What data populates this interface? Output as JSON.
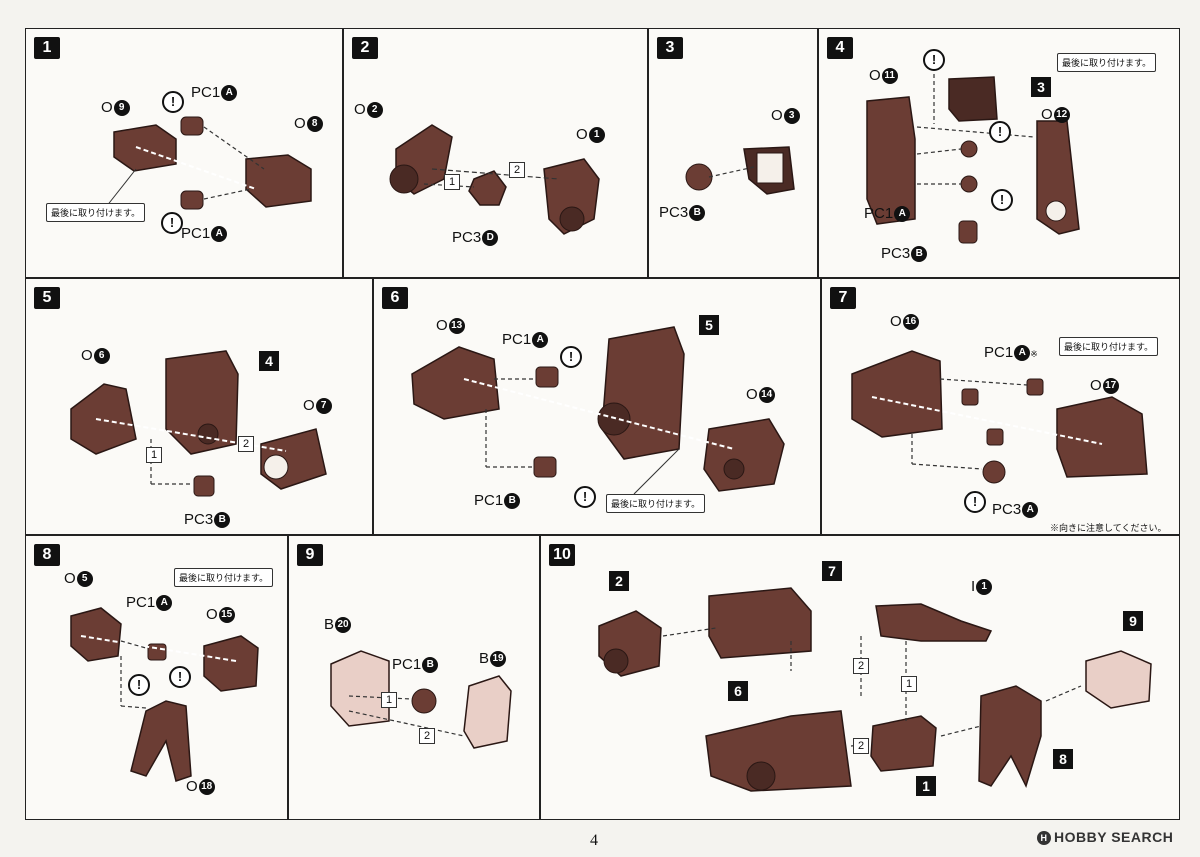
{
  "colors": {
    "part_brown": "#6b3d34",
    "part_dark": "#4a2a24",
    "part_pale": "#e9cfc7"
  },
  "note_last": "最後に取り付けます。",
  "note_direction": "※向きに注意してください。",
  "page_number": "4",
  "brand": {
    "text": "HOBBY SEARCH",
    "logo_icon": "hobby-search-logo"
  },
  "steps": {
    "s1": {
      "n": "1",
      "o9": "O",
      "o9n": "9",
      "o8": "O",
      "o8n": "8",
      "pc1a_top": "PC1",
      "pc1a_bot": "PC1",
      "a": "A"
    },
    "s2": {
      "n": "2",
      "o2": "O",
      "o2n": "2",
      "o1": "O",
      "o1n": "1",
      "pc3d": "PC3",
      "d": "D",
      "seq1": "1",
      "seq2": "2"
    },
    "s3": {
      "n": "3",
      "o3": "O",
      "o3n": "3",
      "pc3b": "PC3",
      "b": "B"
    },
    "s4": {
      "n": "4",
      "o11": "O",
      "o11n": "11",
      "o12": "O",
      "o12n": "12",
      "ref3": "3",
      "pc1a": "PC1",
      "a": "A",
      "pc3b": "PC3",
      "b": "B"
    },
    "s5": {
      "n": "5",
      "o6": "O",
      "o6n": "6",
      "o7": "O",
      "o7n": "7",
      "ref4": "4",
      "pc3b": "PC3",
      "b": "B",
      "seq1": "1",
      "seq2": "2"
    },
    "s6": {
      "n": "6",
      "o13": "O",
      "o13n": "13",
      "o14": "O",
      "o14n": "14",
      "ref5": "5",
      "pc1a": "PC1",
      "a": "A",
      "pc1b": "PC1",
      "b": "B"
    },
    "s7": {
      "n": "7",
      "o16": "O",
      "o16n": "16",
      "o17": "O",
      "o17n": "17",
      "pc1a": "PC1",
      "a": "A",
      "mark": "※",
      "pc3a": "PC3"
    },
    "s8": {
      "n": "8",
      "o5": "O",
      "o5n": "5",
      "o15": "O",
      "o15n": "15",
      "o18": "O",
      "o18n": "18",
      "pc1a": "PC1",
      "a": "A"
    },
    "s9": {
      "n": "9",
      "b20": "B",
      "b20n": "20",
      "b19": "B",
      "b19n": "19",
      "pc1b": "PC1",
      "b": "B",
      "seq1": "1",
      "seq2": "2"
    },
    "s10": {
      "n": "10",
      "ref2": "2",
      "ref7": "7",
      "ref6": "6",
      "ref1": "1",
      "ref8": "8",
      "ref9": "9",
      "i1": "I",
      "i1n": "1",
      "seq1": "1",
      "seq2a": "2",
      "seq2b": "2"
    }
  }
}
